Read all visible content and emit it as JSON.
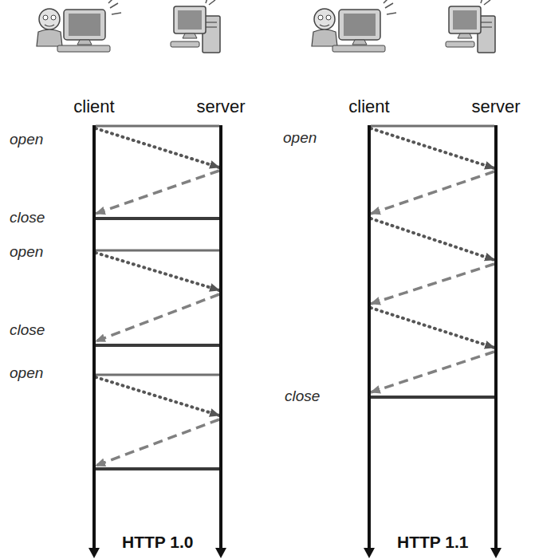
{
  "diagram": {
    "nodes": [
      {
        "text": [
          "client"
        ]
      },
      {
        "text": [
          "server"
        ]
      },
      {
        "text": [
          "client"
        ]
      },
      {
        "text": [
          "server"
        ]
      }
    ],
    "edges": [
      {
        "from": 0,
        "to": 1,
        "arrow": "none"
      },
      {
        "from": 0,
        "to": 1,
        "arrow": "to"
      },
      {
        "from": 1,
        "to": 0,
        "arrow": "to"
      },
      {
        "from": 0,
        "to": 1,
        "arrow": "none"
      },
      {
        "from": 0,
        "to": 1,
        "arrow": "none"
      },
      {
        "from": 0,
        "to": 1,
        "arrow": "to"
      },
      {
        "from": 1,
        "to": 0,
        "arrow": "to"
      },
      {
        "from": 0,
        "to": 1,
        "arrow": "none"
      },
      {
        "from": 0,
        "to": 1,
        "arrow": "none"
      },
      {
        "from": 0,
        "to": 1,
        "arrow": "to"
      },
      {
        "from": 1,
        "to": 0,
        "arrow": "to"
      },
      {
        "from": 0,
        "to": 1,
        "arrow": "none"
      },
      {
        "from": 2,
        "to": 3,
        "arrow": "none"
      },
      {
        "from": 2,
        "to": 3,
        "arrow": "to"
      },
      {
        "from": 3,
        "to": 2,
        "arrow": "to"
      },
      {
        "from": 2,
        "to": 3,
        "arrow": "to"
      },
      {
        "from": 3,
        "to": 2,
        "arrow": "to"
      },
      {
        "from": 2,
        "to": 3,
        "arrow": "to"
      },
      {
        "from": 3,
        "to": 2,
        "arrow": "to"
      },
      {
        "from": 2,
        "to": 3,
        "arrow": "none"
      }
    ],
    "labels": [
      "open",
      "close",
      "open",
      "close",
      "open",
      "HTTP 1.0",
      "open",
      "close",
      "HTTP 1.1"
    ]
  }
}
